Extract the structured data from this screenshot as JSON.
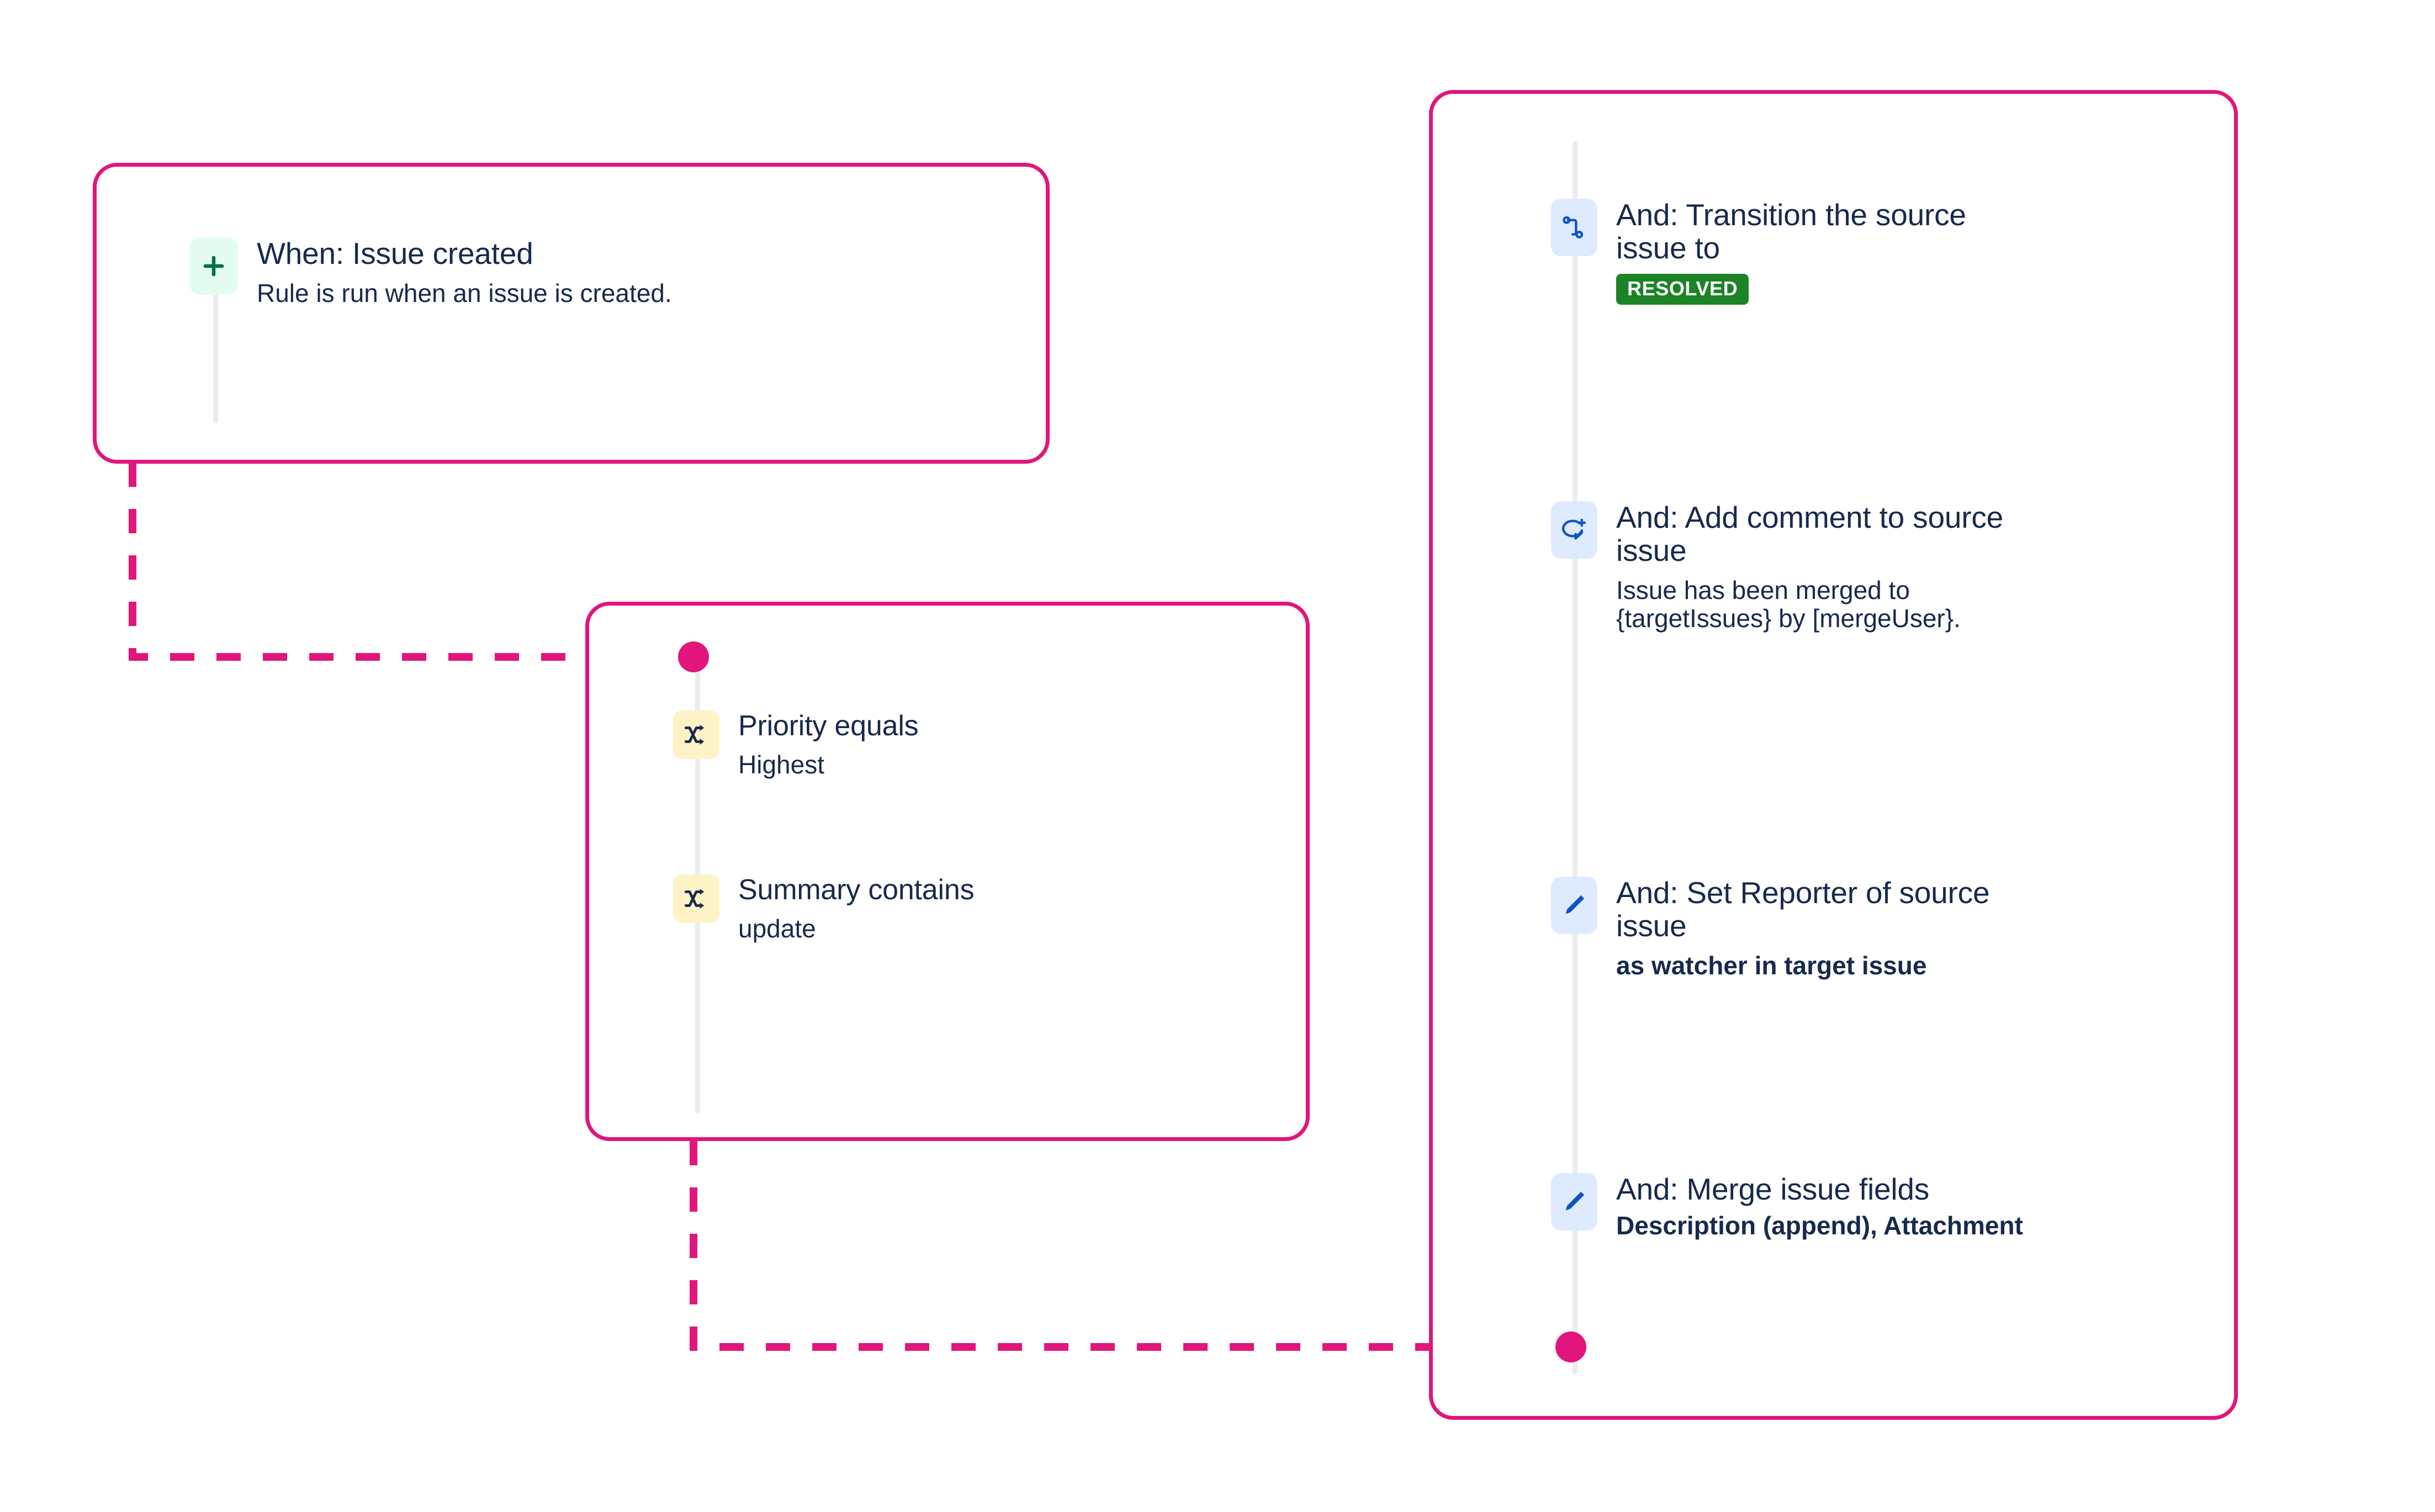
{
  "theme": {
    "connector_color": "#e1157b",
    "card_border_color": "#e1157b",
    "text_color": "#17294d",
    "rail_color": "#ebecf0",
    "trigger_chip_bg": "#e3fcef",
    "trigger_icon_color": "#066f45",
    "condition_chip_bg": "#fdf3c6",
    "condition_icon_color": "#17294d",
    "action_chip_bg": "#deebff",
    "action_icon_color": "#1253c4",
    "status_badge_bg": "#1c8326",
    "status_badge_text": "#ffffff"
  },
  "trigger_card": {
    "rows": [
      {
        "icon": "plus-icon",
        "title": "When: Issue created",
        "subtitle": "Rule is run when an issue is created."
      }
    ]
  },
  "condition_card": {
    "rows": [
      {
        "icon": "shuffle-icon",
        "title": "Priority equals",
        "subtitle": "Highest"
      },
      {
        "icon": "shuffle-icon",
        "title": "Summary contains",
        "subtitle": "update"
      }
    ]
  },
  "action_card": {
    "rows": [
      {
        "icon": "transition-icon",
        "title": "And: Transition the source\nissue to",
        "badge": "RESOLVED",
        "subtitle": null,
        "subtitle_bold": false
      },
      {
        "icon": "add-comment-icon",
        "title": "And: Add comment to source\nissue",
        "badge": null,
        "subtitle": "Issue has been merged to\n{targetIssues} by [mergeUser}.",
        "subtitle_bold": false
      },
      {
        "icon": "edit-pencil-icon",
        "title": "And: Set Reporter of source\nissue",
        "badge": null,
        "subtitle": "as watcher in target issue",
        "subtitle_bold": true
      },
      {
        "icon": "edit-pencil-icon",
        "title": "And: Merge issue fields",
        "badge": null,
        "subtitle": "Description (append), Attachment",
        "subtitle_bold": true
      }
    ]
  }
}
